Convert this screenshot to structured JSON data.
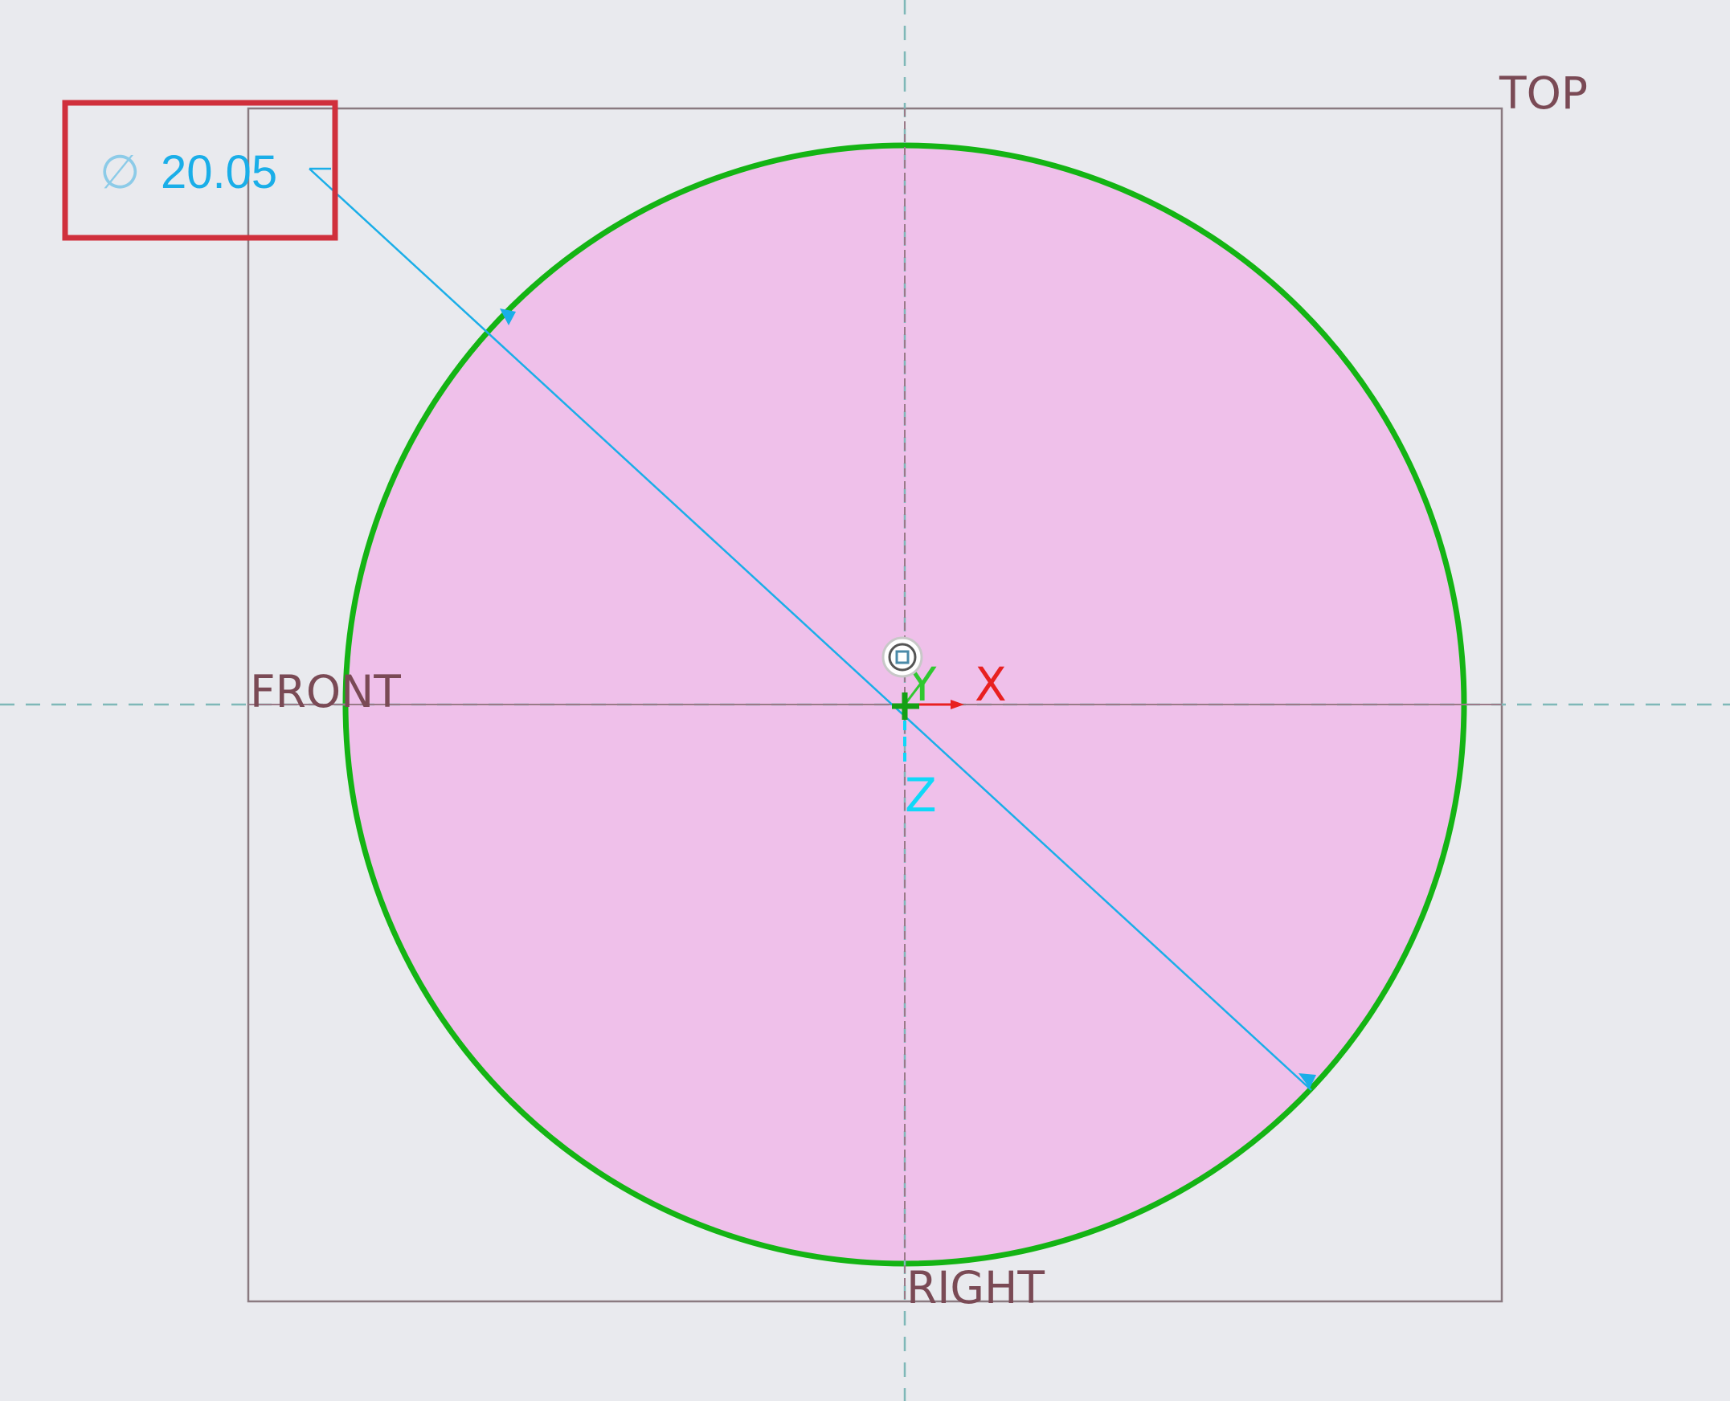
{
  "planes": {
    "top": "TOP",
    "front": "FRONT",
    "right": "RIGHT"
  },
  "axes": {
    "x": "X",
    "y": "Y",
    "z": "Z"
  },
  "dimension": {
    "symbol": "∅",
    "value": "20.05"
  },
  "colors": {
    "background": "#e9eaee",
    "circle_fill": "#efc0ea",
    "circle_stroke": "#14b414",
    "dimension": "#1aaee8",
    "plane_frame": "#8a7a80",
    "plane_label": "#7a4a55",
    "highlight_box": "#d0303c",
    "centerline": "#7fb8b8",
    "axis_x": "#e82020",
    "axis_y": "#30c830",
    "axis_z": "#10d8f8"
  },
  "icons": {
    "origin_marker": "target-icon",
    "sketch_origin": "crosshair-icon"
  }
}
